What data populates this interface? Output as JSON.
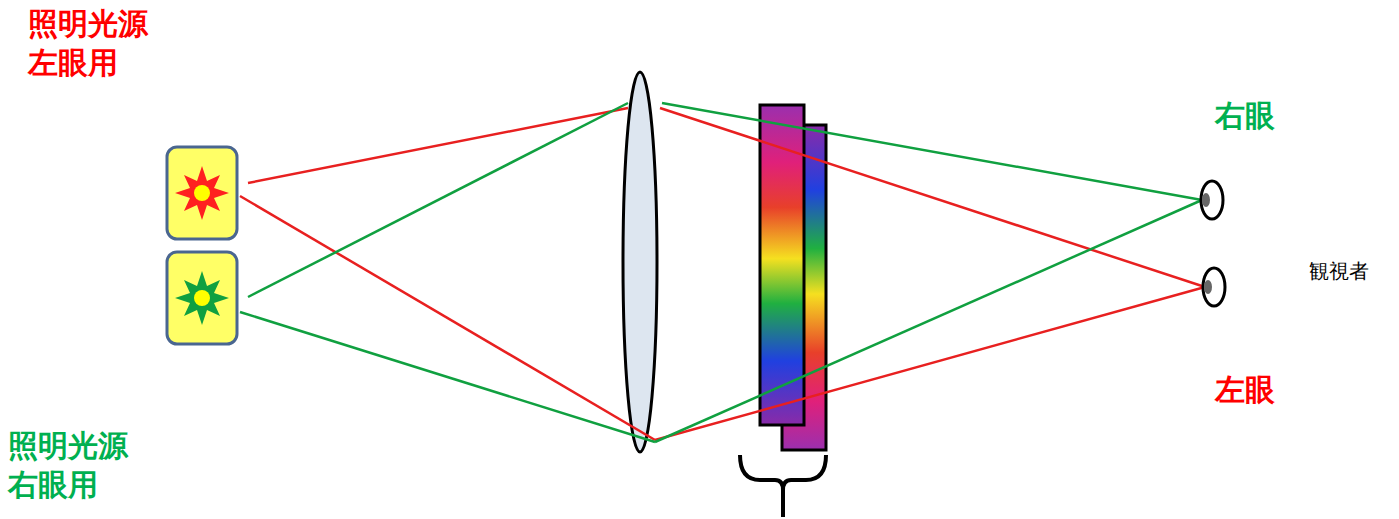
{
  "diagram": {
    "labels": [
      "照明光源 左眼用",
      "照明光源 右眼用",
      "右眼",
      "左眼",
      "観視者"
    ]
  }
}
